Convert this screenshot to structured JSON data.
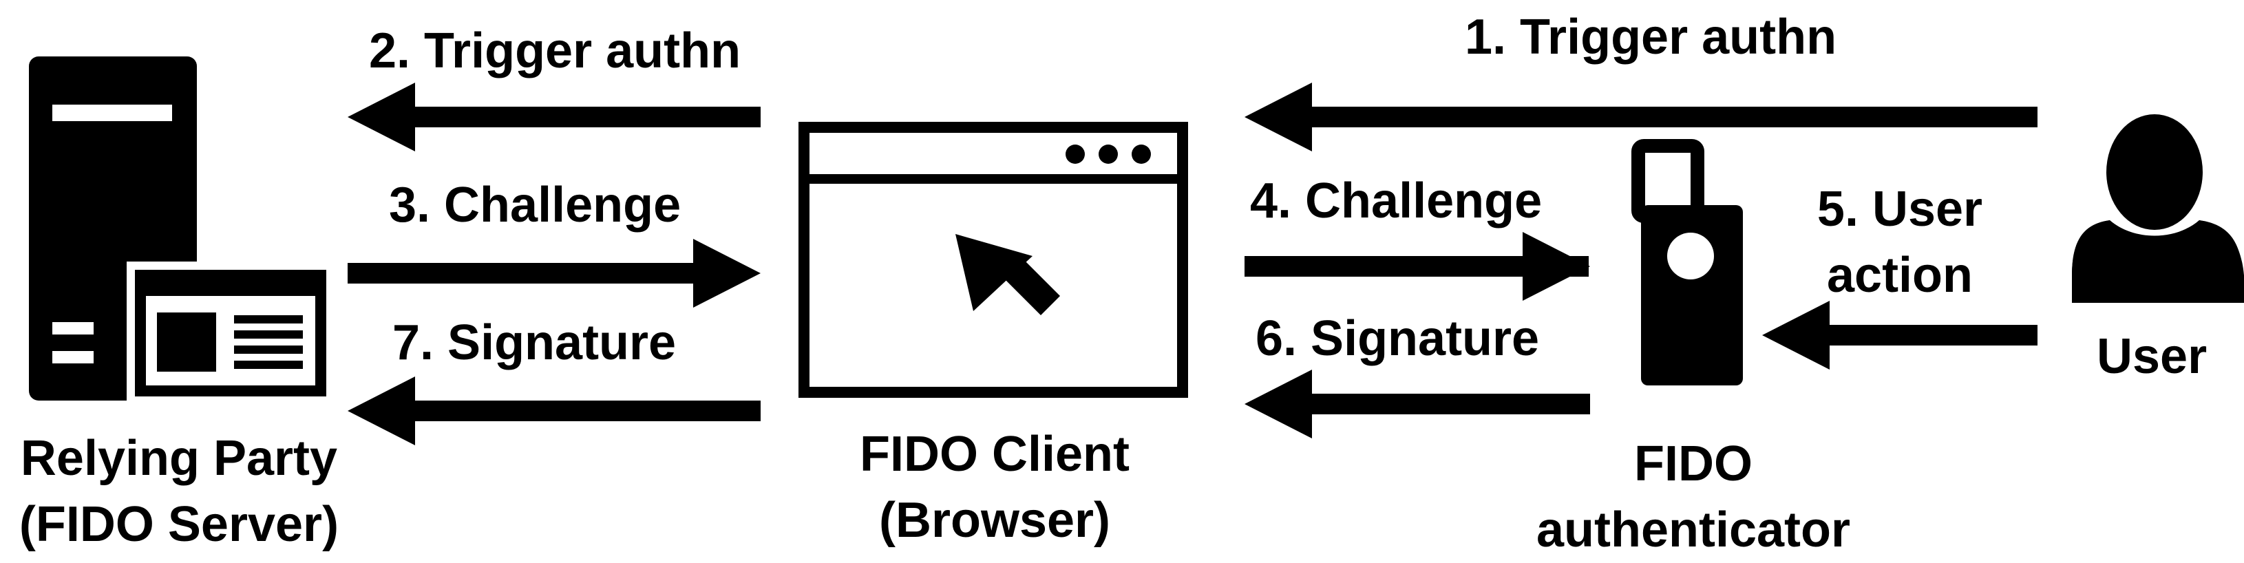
{
  "colors": {
    "ink": "#000000",
    "paper": "#ffffff"
  },
  "entities": {
    "relying_party": {
      "line1": "Relying Party",
      "line2": "(FIDO Server)",
      "icon": "server-icon"
    },
    "fido_client": {
      "line1": "FIDO Client",
      "line2": "(Browser)",
      "icon": "browser-window-icon"
    },
    "authenticator": {
      "line1": "FIDO",
      "line2": "authenticator",
      "icon": "security-key-icon"
    },
    "user": {
      "label": "User",
      "icon": "user-icon"
    }
  },
  "steps": {
    "s1": "1. Trigger authn",
    "s2": "2. Trigger authn",
    "s3": "3. Challenge",
    "s4": "4. Challenge",
    "s5_line1": "5. User",
    "s5_line2": "action",
    "s6": "6. Signature",
    "s7": "7. Signature"
  }
}
